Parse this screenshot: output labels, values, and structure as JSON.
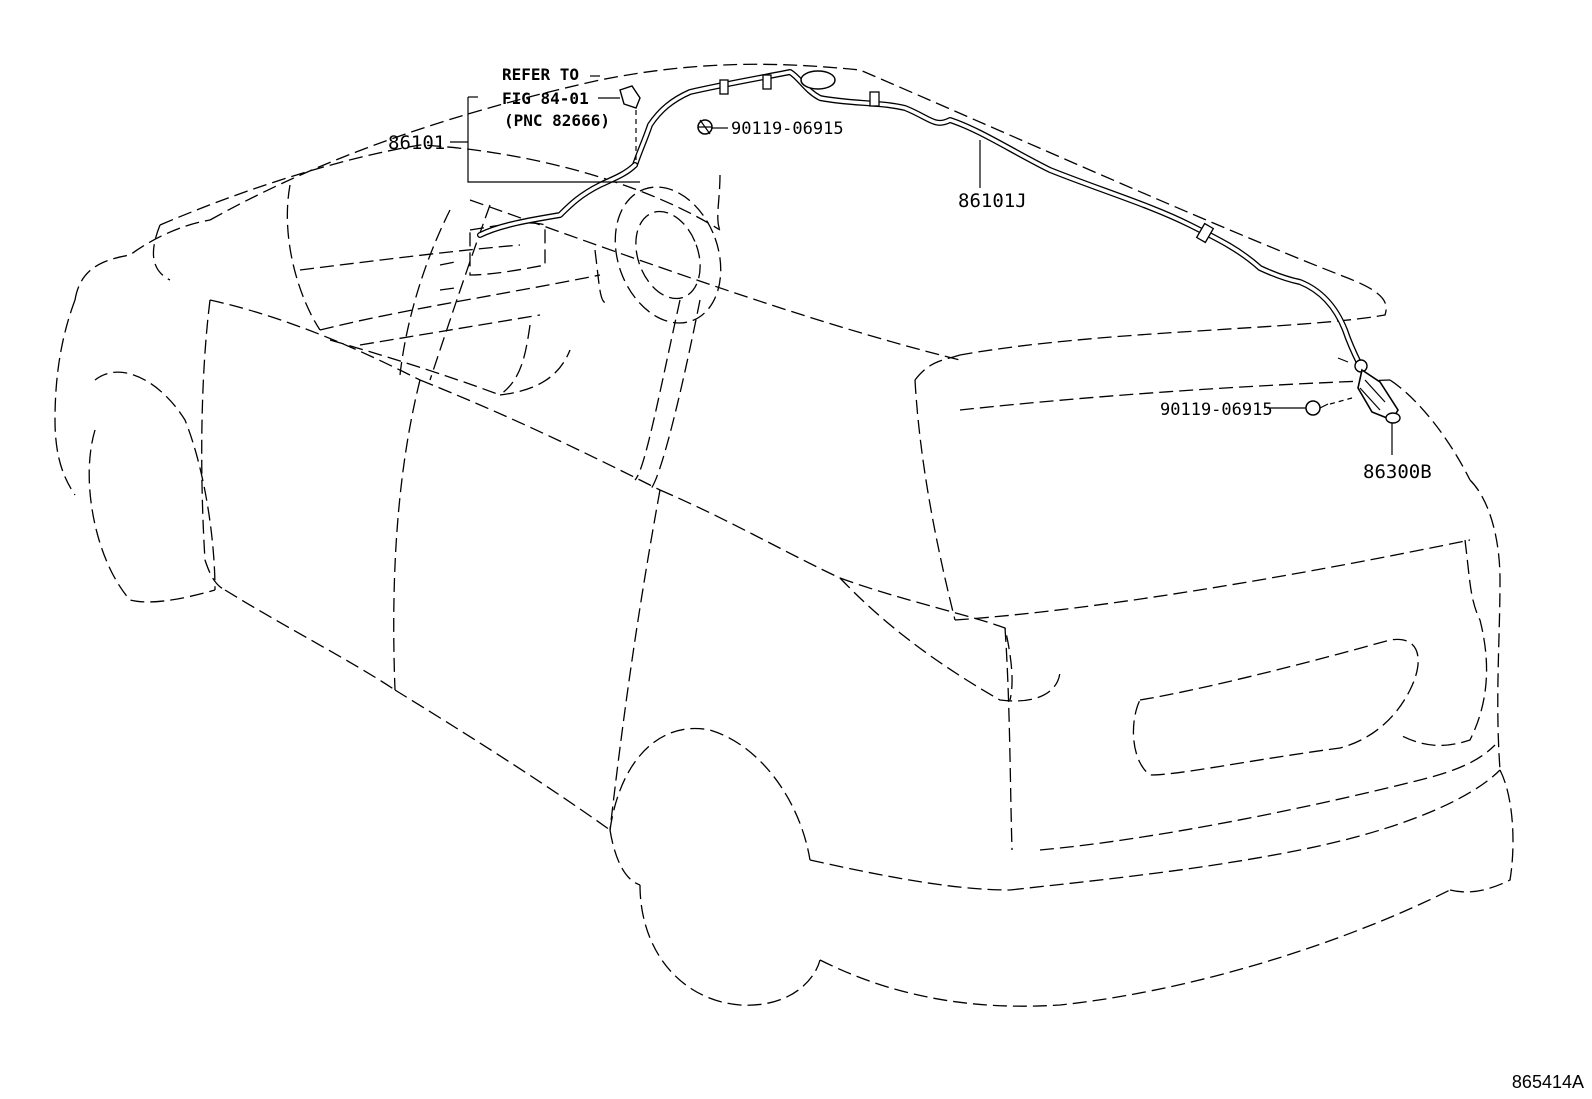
{
  "callouts": {
    "refer_line1": "REFER TO",
    "refer_line2": "FIG 84-01",
    "refer_line3": "(PNC 82666)",
    "part_86101": "86101",
    "part_bolt_top": "90119-06915",
    "part_86101J": "86101J",
    "part_bolt_right": "90119-06915",
    "part_86300B": "86300B"
  },
  "figure_id": "865414A"
}
